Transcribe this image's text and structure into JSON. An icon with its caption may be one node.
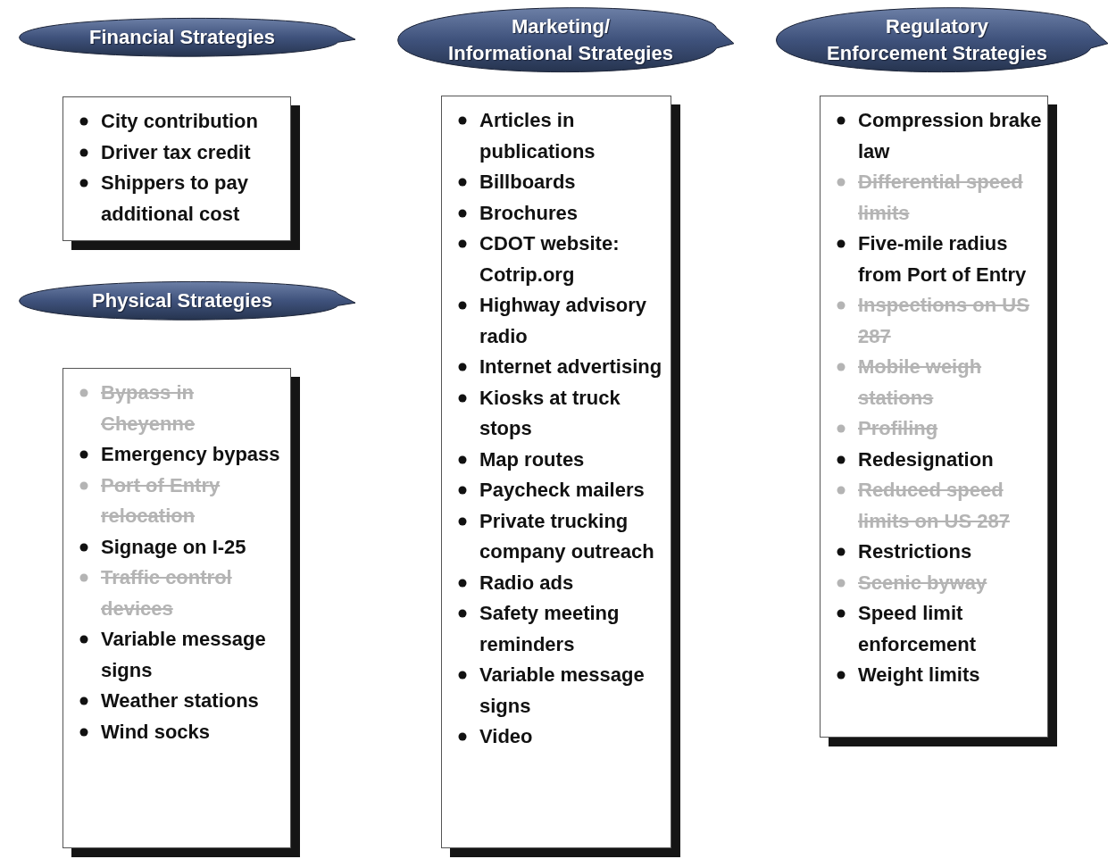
{
  "diagram": {
    "nodes": [
      {
        "text": [
          "Financial Strategies"
        ]
      },
      {
        "text": [
          "City contribution",
          "Driver tax credit",
          "Shippers to pay additional cost"
        ]
      },
      {
        "text": [
          "Physical Strategies"
        ]
      },
      {
        "text": [
          "Bypass in Cheyenne",
          "Emergency bypass",
          "Port of Entry relocation",
          "Signage on I-25",
          "Traffic control devices",
          "Variable message signs",
          "Weather stations",
          "Wind socks"
        ]
      },
      {
        "text": [
          "Marketing/ Informational Strategies"
        ]
      },
      {
        "text": [
          "Articles in publications",
          "Billboards",
          "Brochures",
          "CDOT website: Cotrip.org",
          "Highway advisory radio",
          "Internet advertising",
          "Kiosks at truck stops",
          "Map routes",
          "Paycheck mailers",
          "Private trucking company outreach",
          "Radio ads",
          "Safety meeting reminders",
          "Variable message signs",
          "Video"
        ]
      },
      {
        "text": [
          "Regulatory Enforcement Strategies"
        ]
      },
      {
        "text": [
          "Compression brake law",
          "Differential speed limits",
          "Five-mile radius from Port of Entry",
          "Inspections on US 287",
          "Mobile weigh stations",
          "Profiling",
          "Redesignation",
          "Reduced speed limits on US 287",
          "Restrictions",
          "Scenic byway",
          "Speed limit enforcement",
          "Weight limits"
        ]
      }
    ]
  }
}
